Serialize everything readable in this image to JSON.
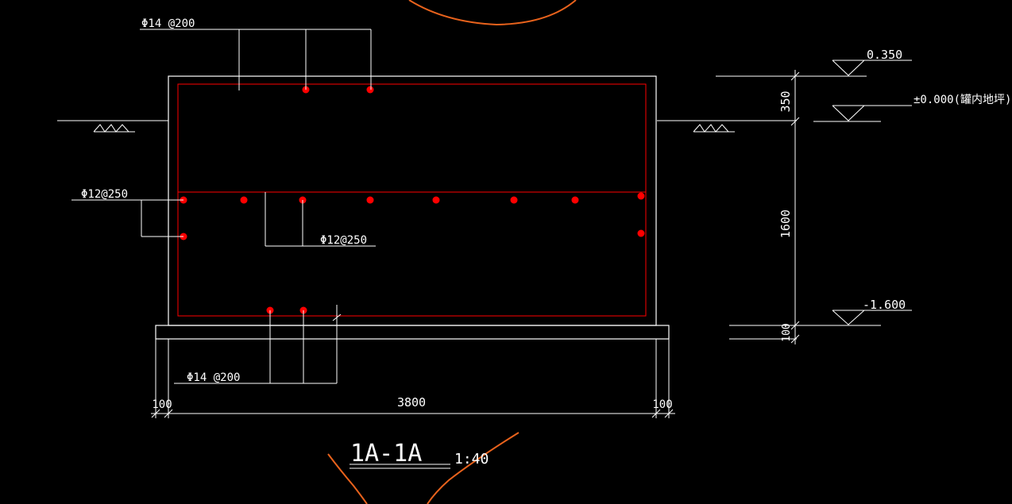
{
  "colors": {
    "background": "#000000",
    "line": "#ffffff",
    "rebar": "#ff0000",
    "markup": "#e8621c"
  },
  "annotations": {
    "top_rebar": "Φ14 @200",
    "left_side_rebar": "Φ12@250",
    "middle_rebar": "Φ12@250",
    "bottom_rebar": "Φ14 @200"
  },
  "elevations": {
    "top": "0.350",
    "ground": "±0.000(罐内地坪)",
    "bottom": "-1.600"
  },
  "dimensions": {
    "top_height": "350",
    "mid_height": "1600",
    "base_height": "100",
    "left_offset": "100",
    "width": "3800",
    "right_offset": "100"
  },
  "section": {
    "title": "1A-1A",
    "scale": "1:40"
  }
}
